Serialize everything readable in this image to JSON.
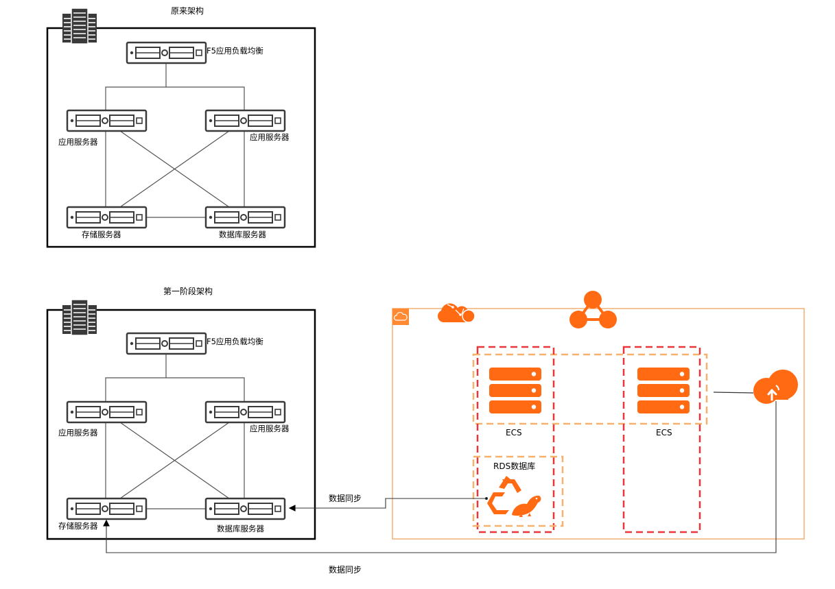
{
  "colors": {
    "frame": "#000000",
    "server_stroke": "#3a3a3a",
    "aliyun_orange": "#ff6a13",
    "cloud_border": "#f2a55a",
    "red_dash": "#e8363a",
    "orange_dash": "#f7b16b",
    "link": "#555555"
  },
  "original": {
    "title": "原来架构",
    "lb_label": "F5应用负载均衡",
    "app_left_label": "应用服务器",
    "app_right_label": "应用服务器",
    "storage_label": "存储服务器",
    "db_label": "数据库服务器"
  },
  "stage1": {
    "title": "第一阶段架构",
    "lb_label": "F5应用负载均衡",
    "app_left_label": "应用服务器",
    "app_right_label": "应用服务器",
    "storage_label": "存储服务器",
    "db_label": "数据库服务器"
  },
  "cloud": {
    "ecs_left_label": "ECS",
    "ecs_right_label": "ECS",
    "rds_label": "RDS数据库"
  },
  "sync": {
    "db_sync_label": "数据同步",
    "storage_sync_label": "数据同步"
  },
  "icons": [
    "server-rack-icon",
    "cloud-icon",
    "aliyun-cloud-icon",
    "network-topology-icon",
    "ecs-icon",
    "rds-icon",
    "oss-upload-icon"
  ]
}
